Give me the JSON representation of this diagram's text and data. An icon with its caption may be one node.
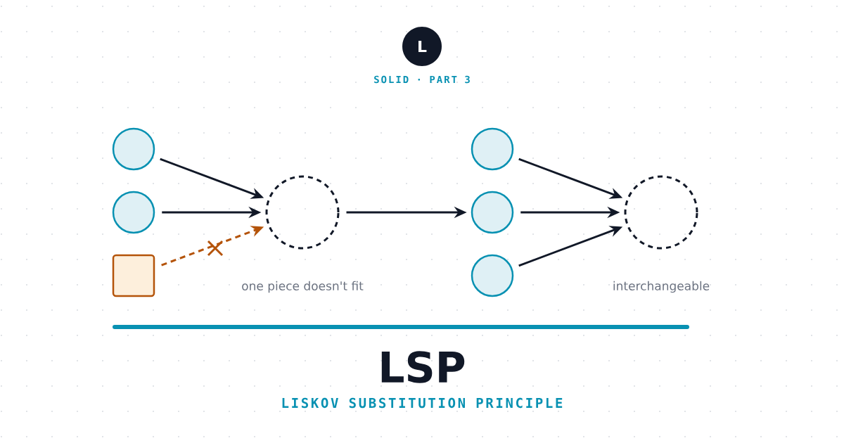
{
  "diagram": {
    "title": "LSP",
    "nodes": [
      {
        "text": [
          "L"
        ]
      },
      {
        "text": [],
        "shape": "circle"
      },
      {
        "text": [],
        "shape": "circle"
      },
      {
        "text": [],
        "shape": "box"
      },
      {
        "text": [],
        "shape": "circle",
        "beside": [
          "one piece doesn't fit"
        ]
      },
      {
        "text": [],
        "shape": "circle"
      },
      {
        "text": [],
        "shape": "circle"
      },
      {
        "text": [],
        "shape": "circle"
      },
      {
        "text": [],
        "shape": "circle",
        "beside": [
          "interchangeable"
        ]
      }
    ],
    "edges": [
      {
        "from": 1,
        "to": 4,
        "arrow": "to"
      },
      {
        "from": 2,
        "to": 4,
        "arrow": "to"
      },
      {
        "from": 3,
        "to": 4,
        "arrow": "to",
        "style": "dashed",
        "color": "#b45309"
      },
      {
        "from": 4,
        "to": 6,
        "arrow": "to"
      },
      {
        "from": 5,
        "to": 8,
        "arrow": "to"
      },
      {
        "from": 6,
        "to": 8,
        "arrow": "to"
      },
      {
        "from": 7,
        "to": 8,
        "arrow": "to"
      }
    ],
    "labels": [
      "SOLID · PART 3",
      "LISKOV SUBSTITUTION PRINCIPLE"
    ]
  }
}
